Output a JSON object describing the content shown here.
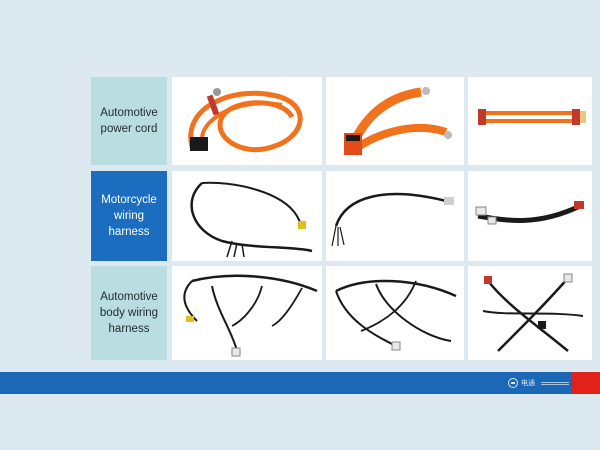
{
  "rows": [
    {
      "label": "Automotive\npower cord",
      "style": "light"
    },
    {
      "label": "Motorcycle\nwiring\nharness",
      "style": "dark"
    },
    {
      "label": "Automotive\nbody wiring\nharness",
      "style": "light"
    }
  ],
  "footer": {
    "brand": "电通",
    "colors": {
      "bar": "#1b68b7",
      "accent": "#e0221a"
    }
  },
  "colors": {
    "background": "#dde9f0",
    "label_light": "#b9dde0",
    "label_dark": "#1b6dc0",
    "cable_orange": "#f2711c",
    "cable_black": "#1a1a1a"
  }
}
